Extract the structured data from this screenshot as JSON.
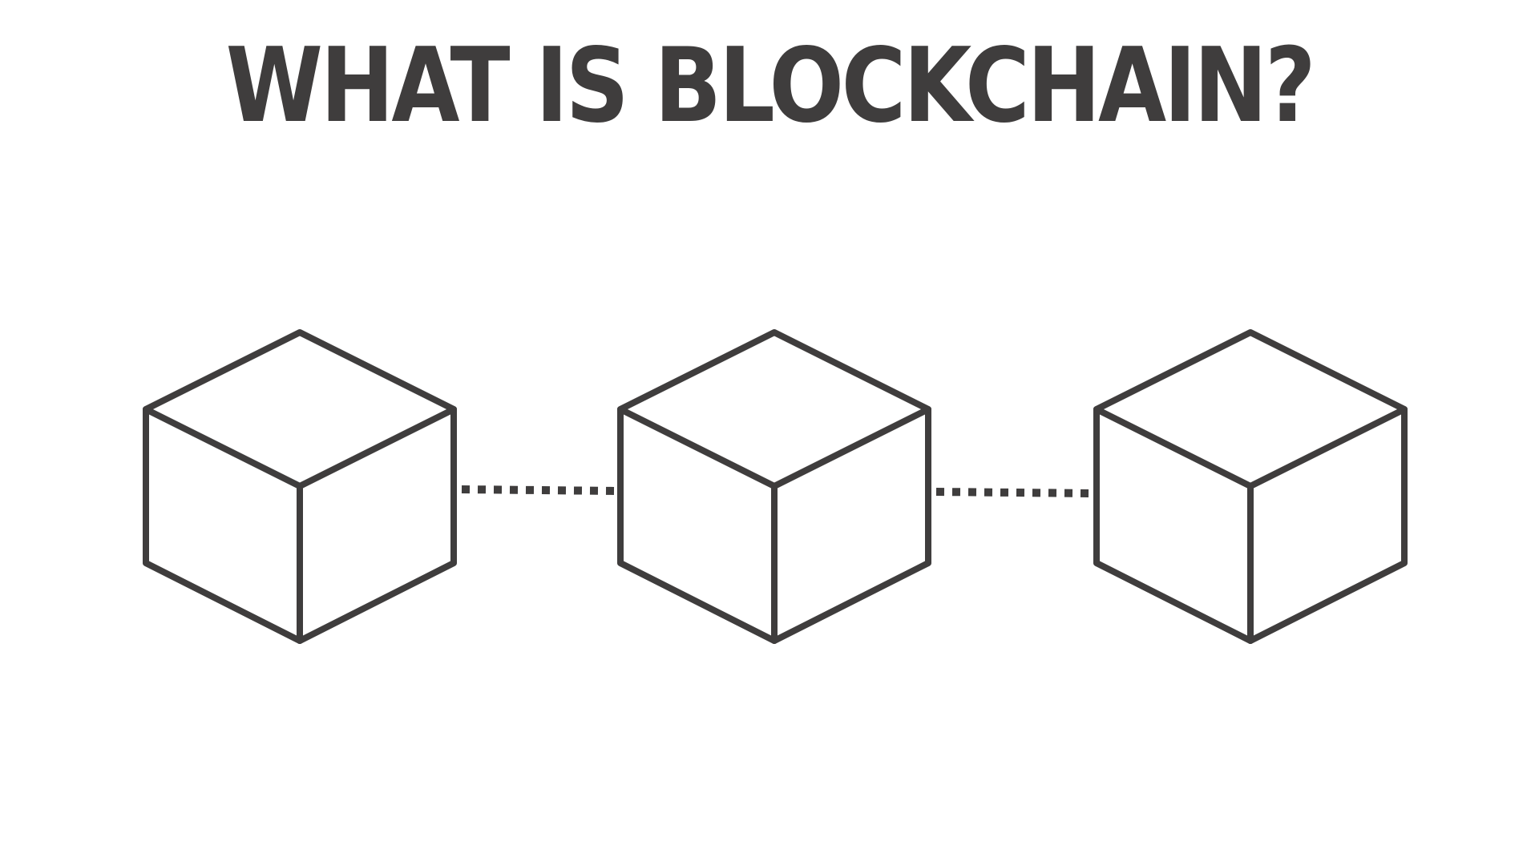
{
  "title": "WHAT IS BLOCKCHAIN?",
  "diagram": {
    "blocks": [
      {
        "id": "block-1"
      },
      {
        "id": "block-2"
      },
      {
        "id": "block-3"
      }
    ],
    "links": [
      {
        "from": "block-1",
        "to": "block-2",
        "style": "dotted"
      },
      {
        "from": "block-2",
        "to": "block-3",
        "style": "dotted"
      }
    ]
  },
  "colors": {
    "ink": "#3f3d3d",
    "background": "#ffffff"
  },
  "icons": {
    "block": "cube-icon"
  }
}
